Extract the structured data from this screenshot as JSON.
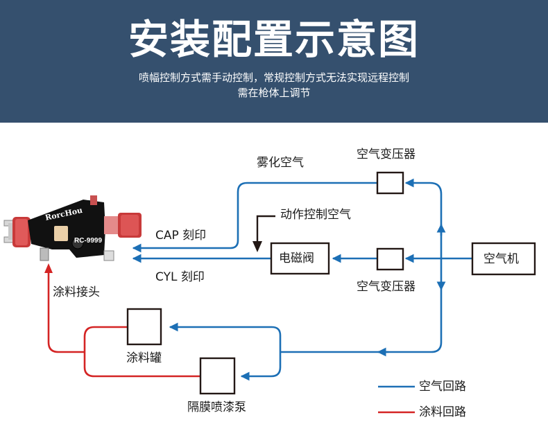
{
  "header": {
    "title": "安装配置示意图",
    "subtitle_line1": "喷幅控制方式需手动控制，常规控制方式无法实现远程控制",
    "subtitle_line2": "需在枪体上调节"
  },
  "gun": {
    "brand": "RorcHou",
    "model": "RC-9999"
  },
  "labels": {
    "atomizing_air": "雾化空气",
    "regulator_top": "空气变压器",
    "regulator_bottom": "空气变压器",
    "action_control_air": "动作控制空气",
    "cap_mark": "CAP 刻印",
    "cyl_mark": "CYL 刻印",
    "solenoid_valve": "电磁阀",
    "air_compressor": "空气机",
    "paint_inlet": "涂料接头",
    "paint_tank": "涂料罐",
    "diaphragm_pump": "隔膜喷漆泵"
  },
  "legend": {
    "items": [
      {
        "label": "空气回路",
        "color": "#1c6fb5"
      },
      {
        "label": "涂料回路",
        "color": "#d42424"
      }
    ]
  },
  "colors": {
    "header_bg": "#35506e",
    "air_line": "#1c6fb5",
    "paint_line": "#d42424",
    "box_border": "#231815",
    "control_line": "#231815"
  }
}
